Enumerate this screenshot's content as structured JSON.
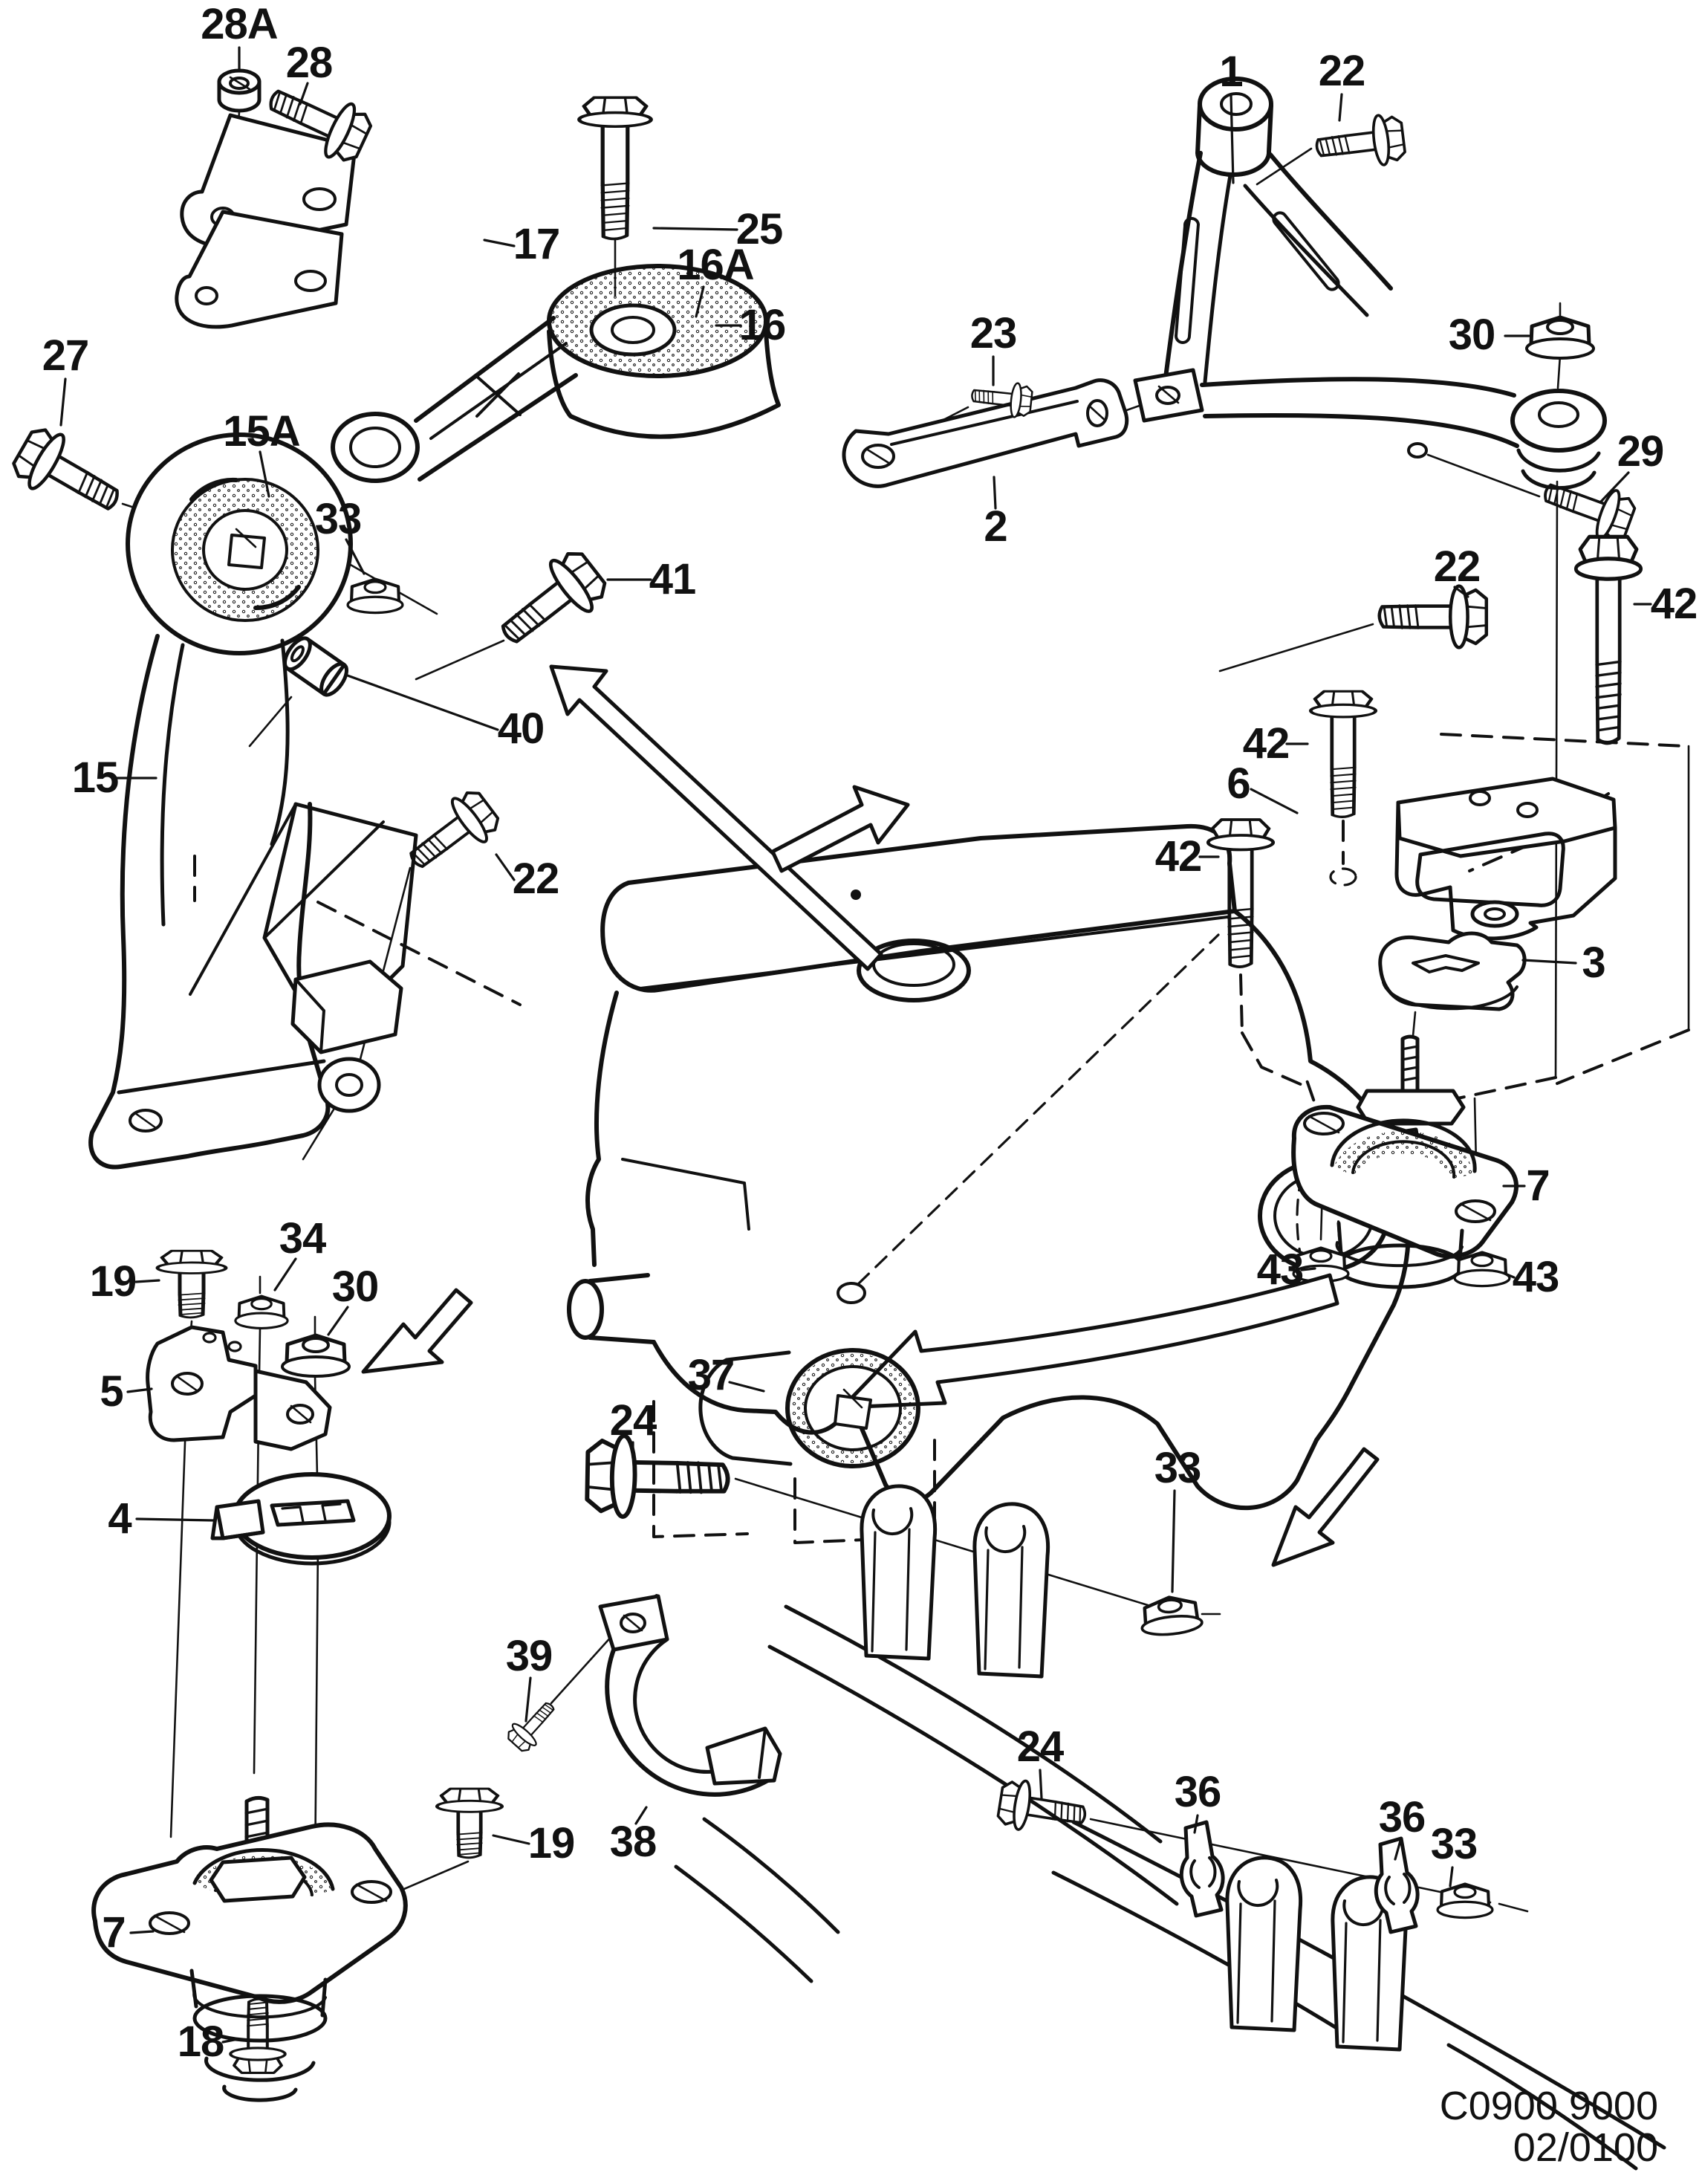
{
  "document": {
    "drawing_code": "C0900 9000",
    "revision_code": "02/0100",
    "ink_color": "#111111",
    "paper_color": "#ffffff"
  },
  "callouts": [
    {
      "label": "28A"
    },
    {
      "label": "28"
    },
    {
      "label": "17"
    },
    {
      "label": "25"
    },
    {
      "label": "16A"
    },
    {
      "label": "16"
    },
    {
      "label": "1"
    },
    {
      "label": "22"
    },
    {
      "label": "23"
    },
    {
      "label": "2"
    },
    {
      "label": "30"
    },
    {
      "label": "29"
    },
    {
      "label": "22"
    },
    {
      "label": "42"
    },
    {
      "label": "27"
    },
    {
      "label": "15A"
    },
    {
      "label": "33"
    },
    {
      "label": "41"
    },
    {
      "label": "40"
    },
    {
      "label": "15"
    },
    {
      "label": "22"
    },
    {
      "label": "42"
    },
    {
      "label": "6"
    },
    {
      "label": "42"
    },
    {
      "label": "3"
    },
    {
      "label": "7"
    },
    {
      "label": "43"
    },
    {
      "label": "43"
    },
    {
      "label": "19"
    },
    {
      "label": "34"
    },
    {
      "label": "30"
    },
    {
      "label": "5"
    },
    {
      "label": "4"
    },
    {
      "label": "37"
    },
    {
      "label": "24"
    },
    {
      "label": "33"
    },
    {
      "label": "39"
    },
    {
      "label": "38"
    },
    {
      "label": "19"
    },
    {
      "label": "7"
    },
    {
      "label": "18"
    },
    {
      "label": "24"
    },
    {
      "label": "36"
    },
    {
      "label": "36"
    },
    {
      "label": "33"
    }
  ],
  "arrows": [
    "up-left",
    "right",
    "down-left",
    "curved-to-bushing",
    "curved-to-rail"
  ]
}
